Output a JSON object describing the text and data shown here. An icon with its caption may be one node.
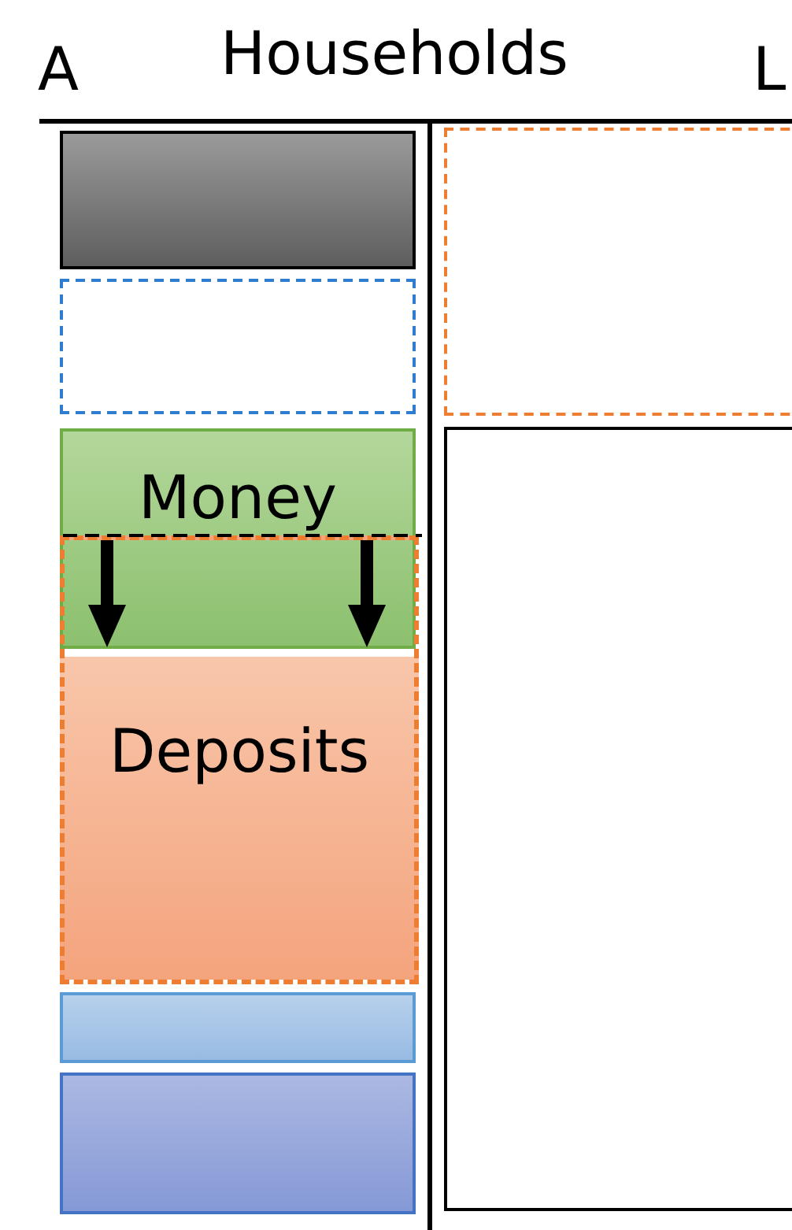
{
  "diagram": {
    "title": "Households",
    "nodes": [
      {
        "text": [],
        "shape": "box"
      },
      {
        "text": [],
        "shape": "box"
      },
      {
        "text": [
          "Money"
        ]
      },
      {
        "text": [
          "Deposits"
        ]
      },
      {
        "text": [],
        "shape": "box"
      },
      {
        "text": [],
        "shape": "box"
      },
      {
        "text": [],
        "shape": "box"
      },
      {
        "text": [],
        "shape": "box"
      }
    ],
    "edges": [],
    "labels": [
      "A",
      "L"
    ]
  }
}
